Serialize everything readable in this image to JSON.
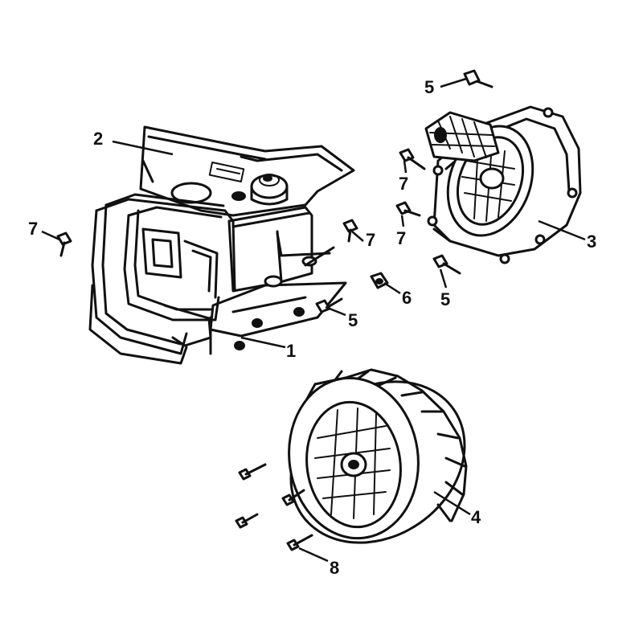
{
  "callouts": [
    {
      "id": "c1",
      "text": "1"
    },
    {
      "id": "c2",
      "text": "2"
    },
    {
      "id": "c3",
      "text": "3"
    },
    {
      "id": "c4",
      "text": "4"
    },
    {
      "id": "c5a",
      "text": "5"
    },
    {
      "id": "c5b",
      "text": "5"
    },
    {
      "id": "c5c",
      "text": "5"
    },
    {
      "id": "c6",
      "text": "6"
    },
    {
      "id": "c7a",
      "text": "7"
    },
    {
      "id": "c7b",
      "text": "7"
    },
    {
      "id": "c7c",
      "text": "7"
    },
    {
      "id": "c7d",
      "text": "7"
    },
    {
      "id": "c8",
      "text": "8"
    }
  ]
}
